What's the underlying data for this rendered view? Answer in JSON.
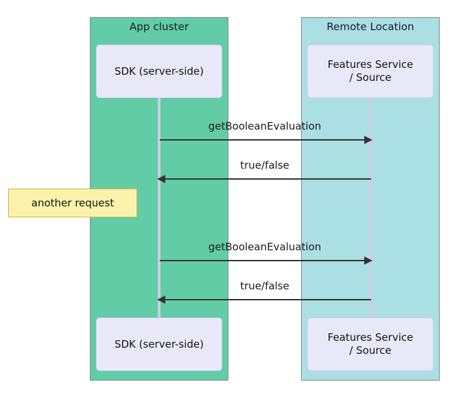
{
  "diagram": {
    "kind": "sequence-diagram",
    "background_color": "#ffffff"
  },
  "groups": [
    {
      "id": "app-cluster",
      "title": "App cluster",
      "fill_color": "#62cca6",
      "border_color": "#808a8c"
    },
    {
      "id": "remote-location",
      "title": "Remote Location",
      "fill_color": "#aadfe4",
      "border_color": "#808a8c"
    }
  ],
  "participants": [
    {
      "id": "sdk-server-side",
      "label": "SDK (server-side)",
      "group": "app-cluster",
      "fill_color": "#e9e8f9",
      "lifeline_color": "#cdcdea"
    },
    {
      "id": "features-service-source",
      "label": "Features Service\n/ Source",
      "label_line1": "Features Service",
      "label_line2": "/ Source",
      "group": "remote-location",
      "fill_color": "#e9e8f9",
      "lifeline_color": "#cdcdea"
    }
  ],
  "messages": [
    {
      "index": 1,
      "label": "getBooleanEvaluation",
      "from": "sdk-server-side",
      "to": "features-service-source",
      "direction": "right",
      "line_color": "#333333"
    },
    {
      "index": 2,
      "label": "true/false",
      "from": "features-service-source",
      "to": "sdk-server-side",
      "direction": "left",
      "line_color": "#333333"
    },
    {
      "index": 3,
      "label": "getBooleanEvaluation",
      "from": "sdk-server-side",
      "to": "features-service-source",
      "direction": "right",
      "line_color": "#333333"
    },
    {
      "index": 4,
      "label": "true/false",
      "from": "features-service-source",
      "to": "sdk-server-side",
      "direction": "left",
      "line_color": "#333333"
    }
  ],
  "notes": [
    {
      "id": "another-request-note",
      "text": "another request",
      "fill_color": "#fbf3ac",
      "border_color": "#c8b84a"
    }
  ]
}
